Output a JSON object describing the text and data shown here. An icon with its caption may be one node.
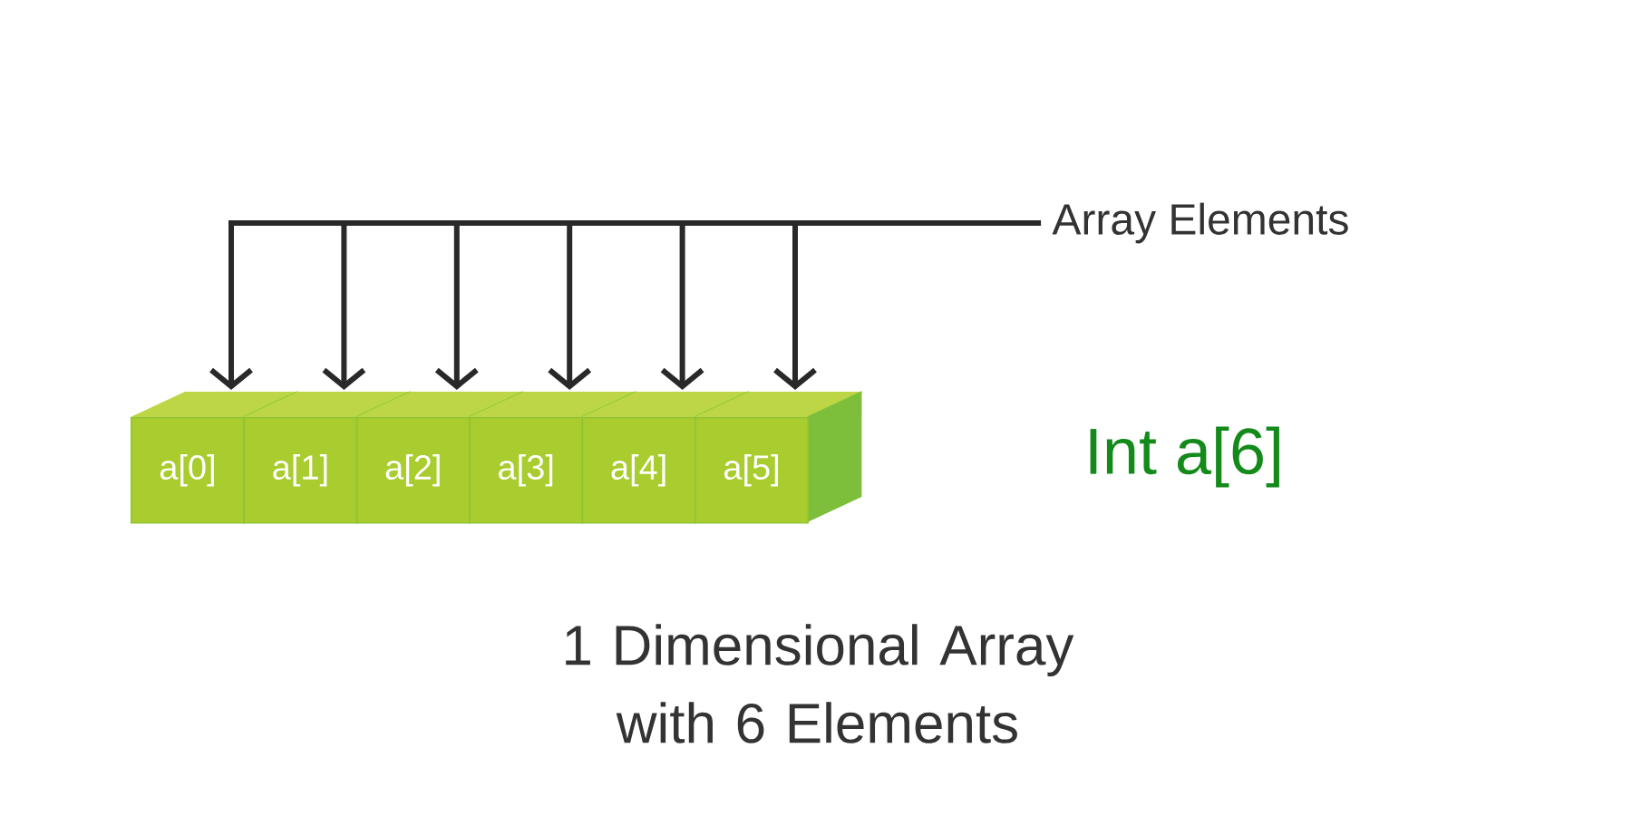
{
  "diagram": {
    "caption": "1 Dimensional Array with 6 Elements",
    "nodes": [
      {
        "text": [
          "Array Elements"
        ]
      },
      {
        "text": [
          "a[0]"
        ]
      },
      {
        "text": [
          "a[1]"
        ]
      },
      {
        "text": [
          "a[2]"
        ]
      },
      {
        "text": [
          "a[3]"
        ]
      },
      {
        "text": [
          "a[4]"
        ]
      },
      {
        "text": [
          "a[5]"
        ]
      }
    ],
    "edges": [
      {
        "from": 0,
        "to": 1,
        "arrow": "to"
      },
      {
        "from": 0,
        "to": 2,
        "arrow": "to"
      },
      {
        "from": 0,
        "to": 3,
        "arrow": "to"
      },
      {
        "from": 0,
        "to": 4,
        "arrow": "to"
      },
      {
        "from": 0,
        "to": 5,
        "arrow": "to"
      },
      {
        "from": 0,
        "to": 6,
        "arrow": "to"
      }
    ],
    "labels": [
      "Int a[6]"
    ]
  }
}
